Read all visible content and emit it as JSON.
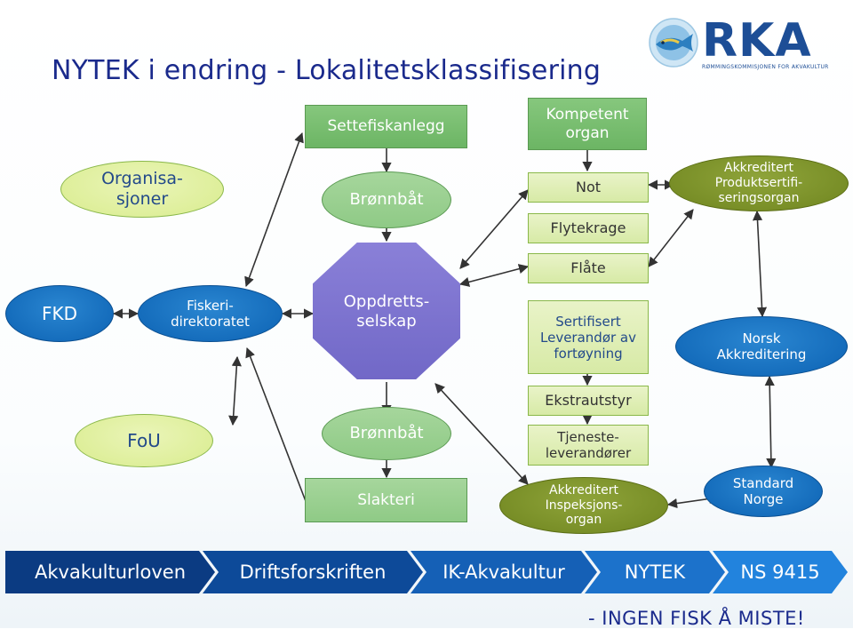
{
  "title": "NYTEK i endring - Lokalitetsklassifisering",
  "logo": {
    "text": "RKA",
    "subtitle": "RØMMINGSKOMMISJONEN FOR AKVAKULTUR",
    "icon": "fish-globe-logo"
  },
  "nodes": {
    "organisasjoner": "Organisa-\nsjoner",
    "settefiskanlegg": "Settefiskanlegg",
    "kompetent_organ": "Kompetent\norgan",
    "bronnbat_top": "Brønnbåt",
    "not": "Not",
    "flytekrage": "Flytekrage",
    "flate": "Flåte",
    "akkreditert_produkt": "Akkreditert\nProduktsertifi-\nseringsorgan",
    "fkd": "FKD",
    "fiskeridirektoratet": "Fiskeri-\ndirektoratet",
    "oppdrettsselskap": "Oppdretts-\nselskap",
    "sertifisert_leverandor": "Sertifisert\nLeverandør av\nfortøyning",
    "norsk_akkreditering": "Norsk\nAkkreditering",
    "ekstrautstyr": "Ekstrautstyr",
    "fou": "FoU",
    "bronnbat_bottom": "Brønnbåt",
    "tjenesteleverandorer": "Tjeneste-\nleverandører",
    "slakteri": "Slakteri",
    "akkreditert_inspeksjon": "Akkreditert\nInspeksjons-\norgan",
    "standard_norge": "Standard\nNorge"
  },
  "chevrons": [
    {
      "label": "Akvakulturloven",
      "color": "#0b3b82"
    },
    {
      "label": "Driftsforskriften",
      "color": "#0d4a99"
    },
    {
      "label": "IK-Akvakultur",
      "color": "#1560b6"
    },
    {
      "label": "NYTEK",
      "color": "#1c72cb"
    },
    {
      "label": "NS 9415",
      "color": "#2283dd"
    }
  ],
  "slogan": "- INGEN FISK Å MISTE!",
  "colors": {
    "title": "#1a2a8c",
    "arrow": "#333333",
    "green": "#6cb564",
    "octagon": "#7168c7",
    "olive": "#6f851f",
    "blue": "#0c62b3"
  }
}
